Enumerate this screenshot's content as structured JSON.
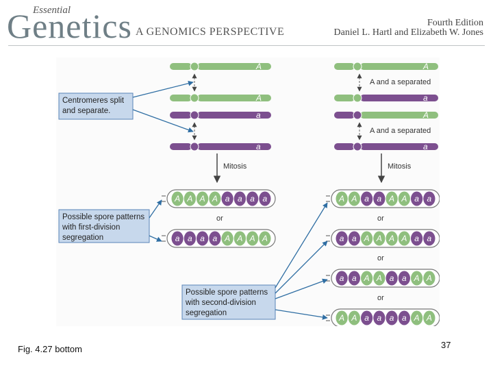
{
  "header": {
    "brand_small": "Essential",
    "brand_big": "Genetics",
    "subtitle": "A GENOMICS PERSPECTIVE",
    "edition": "Fourth Edition",
    "authors": "Daniel L. Hartl and Elizabeth W. Jones"
  },
  "figure": {
    "left_callout": [
      "Centromeres split",
      "and separate."
    ],
    "left_labels": [
      "A",
      "A",
      "a",
      "a"
    ],
    "right_labels": [
      "A",
      "a",
      "A",
      "a"
    ],
    "right_sep_1": "A and a separated",
    "right_sep_2": "A and a separated",
    "mitosis_left": "Mitosis",
    "mitosis_right": "Mitosis",
    "first_division_callout": [
      "Possible spore patterns",
      "with first-division",
      "segregation"
    ],
    "second_division_callout": [
      "Possible spore patterns",
      "with second-division",
      "segregation"
    ],
    "or_label": "or",
    "asci_left": [
      [
        "A",
        "A",
        "A",
        "A",
        "a",
        "a",
        "a",
        "a"
      ],
      [
        "a",
        "a",
        "a",
        "a",
        "A",
        "A",
        "A",
        "A"
      ]
    ],
    "asci_right": [
      [
        "A",
        "A",
        "a",
        "a",
        "A",
        "A",
        "a",
        "a"
      ],
      [
        "a",
        "a",
        "A",
        "A",
        "A",
        "A",
        "a",
        "a"
      ],
      [
        "a",
        "a",
        "A",
        "A",
        "a",
        "a",
        "A",
        "A"
      ],
      [
        "A",
        "A",
        "a",
        "a",
        "a",
        "a",
        "A",
        "A"
      ]
    ],
    "colors": {
      "dominant": "#8fbf7e",
      "recessive": "#7c4f8f",
      "callout_fill": "#c7d8ec",
      "callout_border": "#5a85b8",
      "leader": "#2f6ea3"
    }
  },
  "footer": {
    "caption": "Fig. 4.27 bottom",
    "page_number": "37"
  }
}
